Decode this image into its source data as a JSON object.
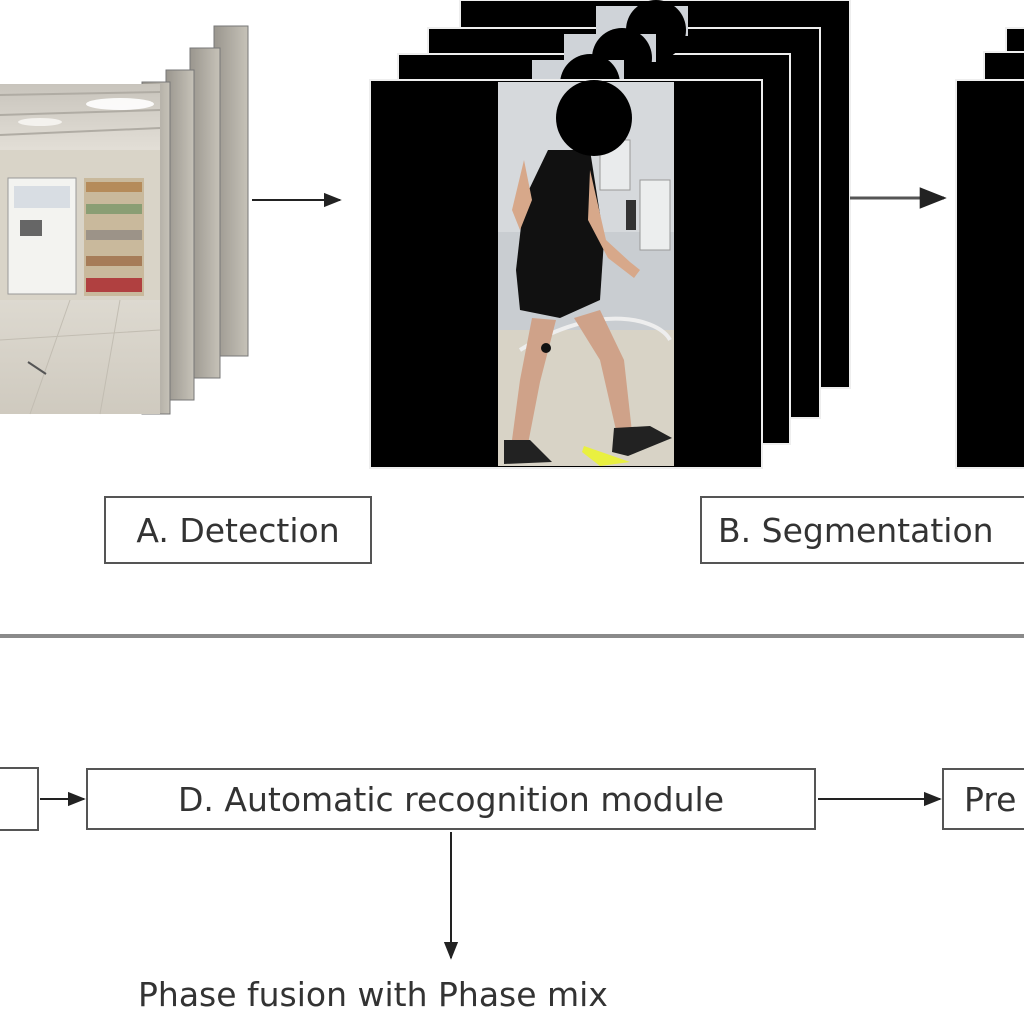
{
  "stages": {
    "detection": {
      "label": "A. Detection"
    },
    "segmentation": {
      "label": "B. Segmentation"
    },
    "recognition": {
      "label": "D. Automatic recognition module"
    },
    "prediction": {
      "label": "Pre"
    }
  },
  "fusion": {
    "label": "Phase fusion with Phase mix"
  },
  "colors": {
    "frame_black": "#000000",
    "box_border": "#555555",
    "divider": "#8a8a8a",
    "text": "#333333"
  }
}
